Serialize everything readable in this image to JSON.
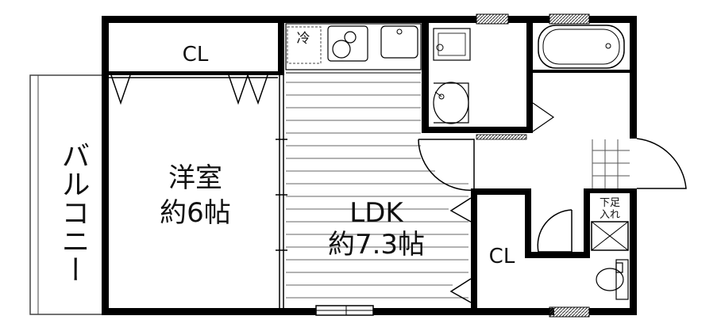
{
  "rooms": {
    "closet_top": "CL",
    "fridge": "冷",
    "western_room_name": "洋室",
    "western_room_size": "約6帖",
    "ldk_name": "LDK",
    "ldk_size": "約7.3帖",
    "closet_right": "CL",
    "balcony": "バルコニー",
    "shoe_storage_line1": "下足",
    "shoe_storage_line2": "入れ"
  }
}
